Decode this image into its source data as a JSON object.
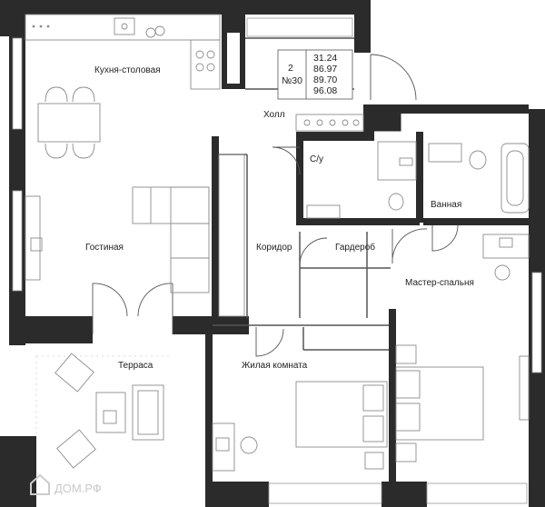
{
  "rooms": {
    "kitchen": "Кухня-столовая",
    "living": "Гостиная",
    "terrace": "Терраса",
    "hall": "Холл",
    "wc": "С/у",
    "bath": "Ванная",
    "corridor": "Коридор",
    "wardrobe": "Гардероб",
    "master": "Мастер-спальня",
    "bedroom": "Жилая комната"
  },
  "unit_info": {
    "rooms_count": "2",
    "number": "№30",
    "areas": [
      "31.24",
      "86.97",
      "89.70",
      "96.08"
    ]
  },
  "watermark": "ДОМ.РФ"
}
